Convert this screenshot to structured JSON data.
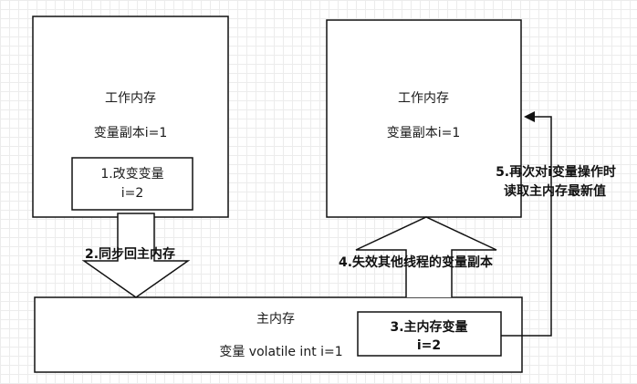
{
  "left_box": {
    "title": "工作内存",
    "var_copy": "变量副本i=1",
    "inner_line1": "1.改变变量",
    "inner_line2": "i=2"
  },
  "right_box": {
    "title": "工作内存",
    "var_copy": "变量副本i=1"
  },
  "main_memory": {
    "title": "主内存",
    "variable": "变量 volatile int i=1",
    "inner_line1": "3.主内存变量",
    "inner_line2": "i=2"
  },
  "arrows": {
    "sync_back": "2.同步回主内存",
    "invalidate": "4.失效其他线程的变量副本",
    "reread_line1": "5.再次对i变量操作时",
    "reread_line2": "读取主内存最新值"
  }
}
